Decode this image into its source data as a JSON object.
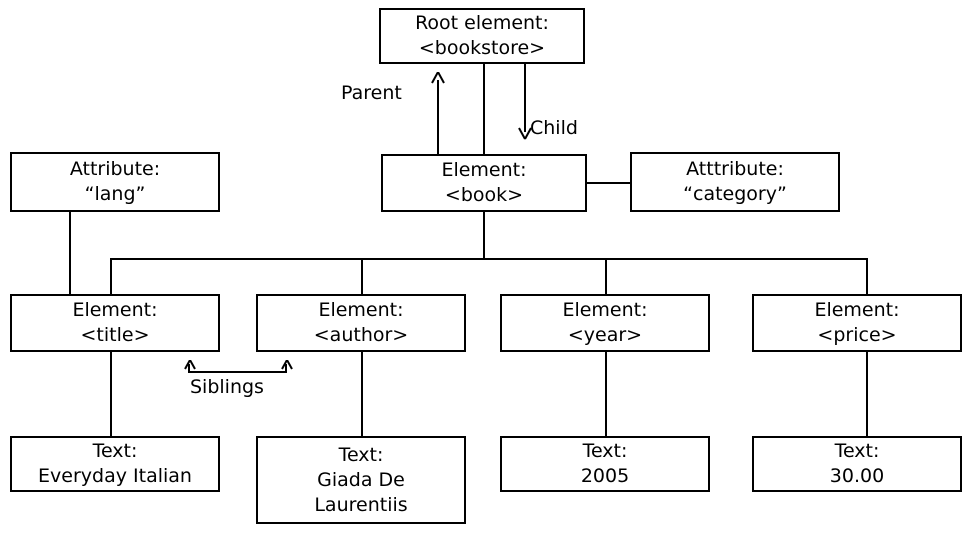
{
  "diagram": {
    "title": "XML DOM node tree relationships",
    "stroke_color": "#000000",
    "background_color": "#ffffff"
  },
  "nodes": {
    "root": {
      "line1": "Root element:",
      "line2": "<bookstore>"
    },
    "book": {
      "line1": "Element:",
      "line2": "<book>"
    },
    "attr_lang": {
      "line1": "Attribute:",
      "line2": "“lang”"
    },
    "attr_category": {
      "line1": "Atttribute:",
      "line2": "“category”"
    },
    "el_title": {
      "line1": "Element:",
      "line2": "<title>"
    },
    "el_author": {
      "line1": "Element:",
      "line2": "<author>"
    },
    "el_year": {
      "line1": "Element:",
      "line2": "<year>"
    },
    "el_price": {
      "line1": "Element:",
      "line2": "<price>"
    },
    "text_title": {
      "line1": "Text:",
      "line2": "Everyday Italian",
      "line3": ""
    },
    "text_author": {
      "line1": "Text:",
      "line2": "Giada De",
      "line3": "Laurentiis"
    },
    "text_year": {
      "line1": "Text:",
      "line2": "2005",
      "line3": ""
    },
    "text_price": {
      "line1": "Text:",
      "line2": "30.00",
      "line3": ""
    }
  },
  "labels": {
    "parent": "Parent",
    "child": "Child",
    "siblings": "Siblings"
  }
}
